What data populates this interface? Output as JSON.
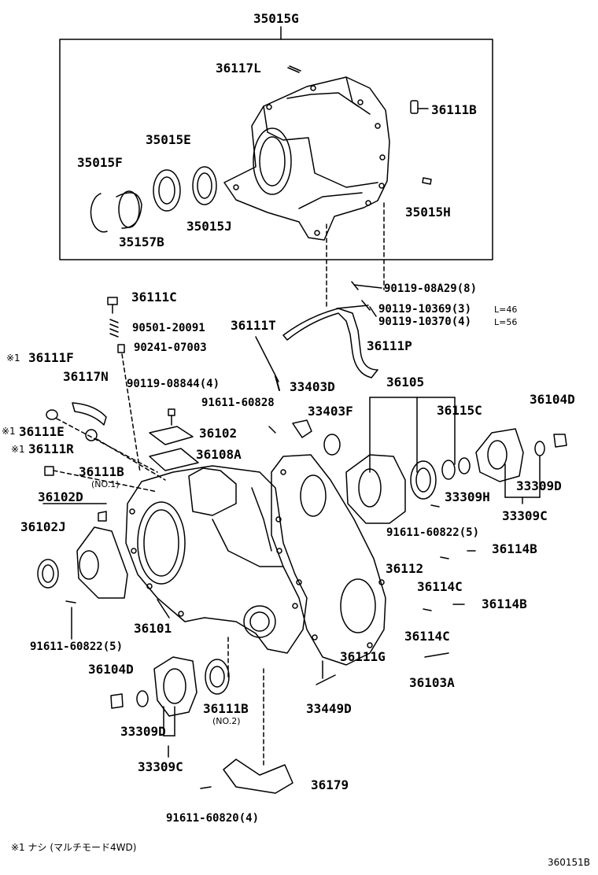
{
  "parts": {
    "p35015G": "35015G",
    "p36117L": "36117L",
    "p36111B_top": "36111B",
    "p35015E": "35015E",
    "p35015F": "35015F",
    "p35157B": "35157B",
    "p35015J": "35015J",
    "p35015H": "35015H",
    "p90119_08A29": "90119-08A29(8)",
    "p90119_10369": "90119-10369(3)",
    "p90119_10369_len": "L=46",
    "p90119_10370": "90119-10370(4)",
    "p90119_10370_len": "L=56",
    "p36111C": "36111C",
    "p90501_20091": "90501-20091",
    "p36111T": "36111T",
    "p90241_07003": "90241-07003",
    "p36111P": "36111P",
    "p36111F": "36111F",
    "p36117N": "36117N",
    "p90119_08844": "90119-08844(4)",
    "p33403D": "33403D",
    "p36105": "36105",
    "p91611_60828": "91611-60828",
    "p33403F": "33403F",
    "p36115C": "36115C",
    "p36104D_right": "36104D",
    "p36111E": "36111E",
    "p36102": "36102",
    "p36111R": "36111R",
    "p36108A": "36108A",
    "p36111B_no1": "36111B",
    "no1": "(NO.1)",
    "p36102D": "36102D",
    "p33309H": "33309H",
    "p33309D_right": "33309D",
    "p33309C_right": "33309C",
    "p36102J": "36102J",
    "p91611_60822_right": "91611-60822(5)",
    "p36114B_a": "36114B",
    "p36112": "36112",
    "p36114C_a": "36114C",
    "p36114B_b": "36114B",
    "p36101": "36101",
    "p36114C_b": "36114C",
    "p91611_60822_left": "91611-60822(5)",
    "p36111G": "36111G",
    "p36104D_left": "36104D",
    "p36103A": "36103A",
    "p36111B_no2": "36111B",
    "no2": "(NO.2)",
    "p33449D": "33449D",
    "p33309D_left": "33309D",
    "p33309C_left": "33309C",
    "p36179": "36179",
    "p91611_60820": "91611-60820(4)"
  },
  "marks": {
    "asterisk": "※1"
  },
  "footnote": "※1 ナシ (マルチモード4WD)",
  "figure_id": "360151B"
}
